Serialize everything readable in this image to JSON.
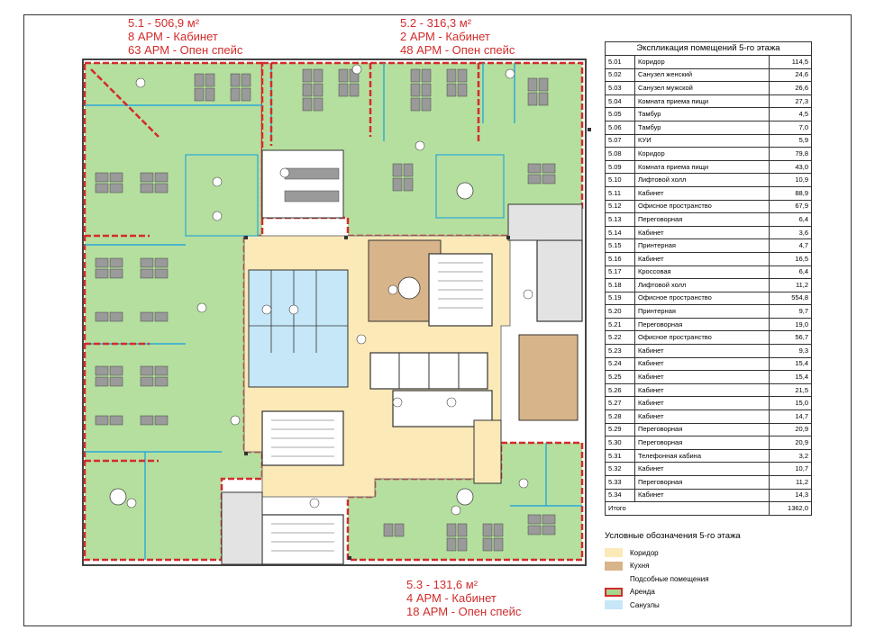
{
  "zones": [
    {
      "area": "5.1 - 506,9 м²",
      "desk": "8 АРМ - Кабинет",
      "open": "63 АРМ - Опен спейс"
    },
    {
      "area": "5.2 - 316,3 м²",
      "desk": "2 АРМ - Кабинет",
      "open": "48 АРМ - Опен спейс"
    },
    {
      "area": "5.3 - 131,6 м²",
      "desk": "4 АРМ - Кабинет",
      "open": "18 АРМ - Опен спейс"
    }
  ],
  "explication": {
    "title": "Экспликация помещений 5-го этажа",
    "rows": [
      {
        "code": "5.01",
        "name": "Коридор",
        "area": "114,5"
      },
      {
        "code": "5.02",
        "name": "Санузел женский",
        "area": "24,6"
      },
      {
        "code": "5.03",
        "name": "Санузел мужской",
        "area": "26,6"
      },
      {
        "code": "5.04",
        "name": "Комната приема пищи",
        "area": "27,3"
      },
      {
        "code": "5.05",
        "name": "Тамбур",
        "area": "4,5"
      },
      {
        "code": "5.06",
        "name": "Тамбур",
        "area": "7,0"
      },
      {
        "code": "5.07",
        "name": "КУИ",
        "area": "5,9"
      },
      {
        "code": "5.08",
        "name": "Коридор",
        "area": "79,8"
      },
      {
        "code": "5.09",
        "name": "Комната приема пищи",
        "area": "43,0"
      },
      {
        "code": "5.10",
        "name": "Лифтовой холл",
        "area": "10,9"
      },
      {
        "code": "5.11",
        "name": "Кабинет",
        "area": "88,9"
      },
      {
        "code": "5.12",
        "name": "Офисное пространство",
        "area": "67,9"
      },
      {
        "code": "5.13",
        "name": "Переговорная",
        "area": "6,4"
      },
      {
        "code": "5.14",
        "name": "Кабинет",
        "area": "3,6"
      },
      {
        "code": "5.15",
        "name": "Принтерная",
        "area": "4,7"
      },
      {
        "code": "5.16",
        "name": "Кабинет",
        "area": "16,5"
      },
      {
        "code": "5.17",
        "name": "Кроссовая",
        "area": "6,4"
      },
      {
        "code": "5.18",
        "name": "Лифтовой холл",
        "area": "11,2"
      },
      {
        "code": "5.19",
        "name": "Офисное пространство",
        "area": "554,8"
      },
      {
        "code": "5.20",
        "name": "Принтерная",
        "area": "9,7"
      },
      {
        "code": "5.21",
        "name": "Переговорная",
        "area": "19,0"
      },
      {
        "code": "5.22",
        "name": "Офисное пространство",
        "area": "56,7"
      },
      {
        "code": "5.23",
        "name": "Кабинет",
        "area": "9,3"
      },
      {
        "code": "5.24",
        "name": "Кабинет",
        "area": "15,4"
      },
      {
        "code": "5.25",
        "name": "Кабинет",
        "area": "15,4"
      },
      {
        "code": "5.26",
        "name": "Кабинет",
        "area": "21,5"
      },
      {
        "code": "5.27",
        "name": "Кабинет",
        "area": "15,0"
      },
      {
        "code": "5.28",
        "name": "Кабинет",
        "area": "14,7"
      },
      {
        "code": "5.29",
        "name": "Переговорная",
        "area": "20,9"
      },
      {
        "code": "5.30",
        "name": "Переговорная",
        "area": "20,9"
      },
      {
        "code": "5.31",
        "name": "Телефонная кабина",
        "area": "3,2"
      },
      {
        "code": "5.32",
        "name": "Кабинет",
        "area": "10,7"
      },
      {
        "code": "5.33",
        "name": "Переговорная",
        "area": "11,2"
      },
      {
        "code": "5.34",
        "name": "Кабинет",
        "area": "14,3"
      }
    ],
    "total_label": "Итого",
    "total_area": "1362,0"
  },
  "legend": {
    "title": "Условные обозначения 5-го этажа",
    "items": [
      {
        "label": "Коридор",
        "color": "#fbe9b7"
      },
      {
        "label": "Кухня",
        "color": "#d8b48a"
      },
      {
        "label": "Подсобные помещения",
        "color": "#ffffff"
      },
      {
        "label": "Аренда",
        "color": "#a7d68f"
      },
      {
        "label": "Санузлы",
        "color": "#c5e7f7"
      }
    ]
  },
  "colors": {
    "rent": "#b5df9e",
    "corridor": "#fbe9b7",
    "kitchen": "#d8b48a",
    "sanitary": "#c5e7f7",
    "red": "#d32b2b",
    "partition": "#2aa8d8"
  }
}
